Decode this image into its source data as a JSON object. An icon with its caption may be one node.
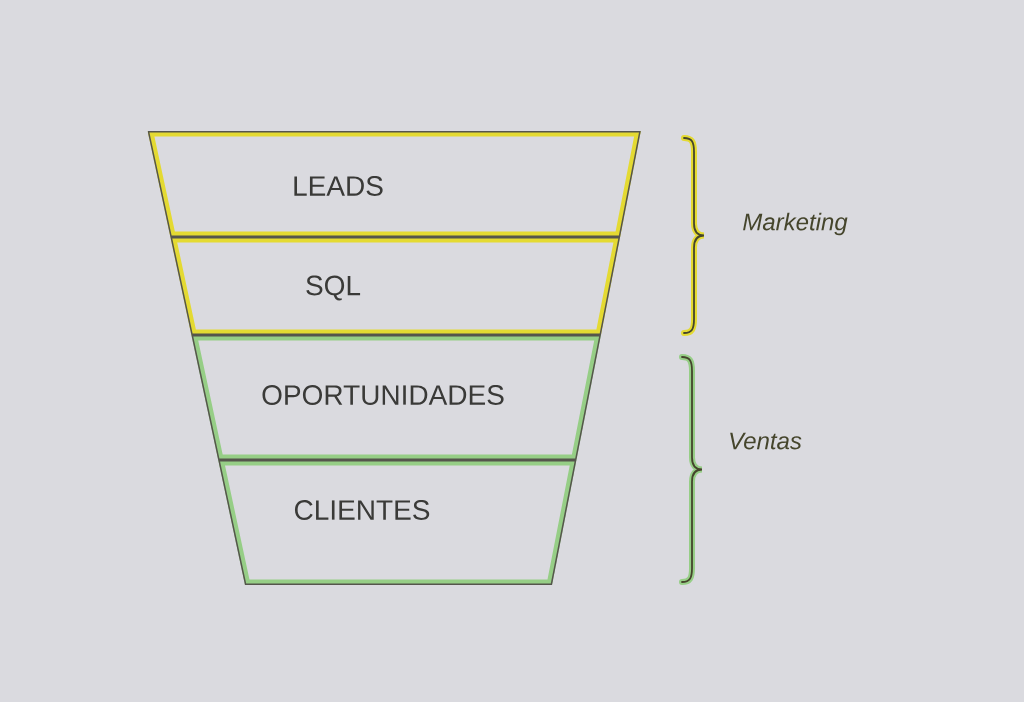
{
  "diagram": {
    "nodes": [
      {
        "text": [
          "LEADS"
        ]
      },
      {
        "text": [
          "SQL"
        ]
      },
      {
        "text": [
          "OPORTUNIDADES"
        ]
      },
      {
        "text": [
          "CLIENTES"
        ]
      }
    ],
    "labels": [
      "Marketing",
      "Ventas"
    ]
  }
}
